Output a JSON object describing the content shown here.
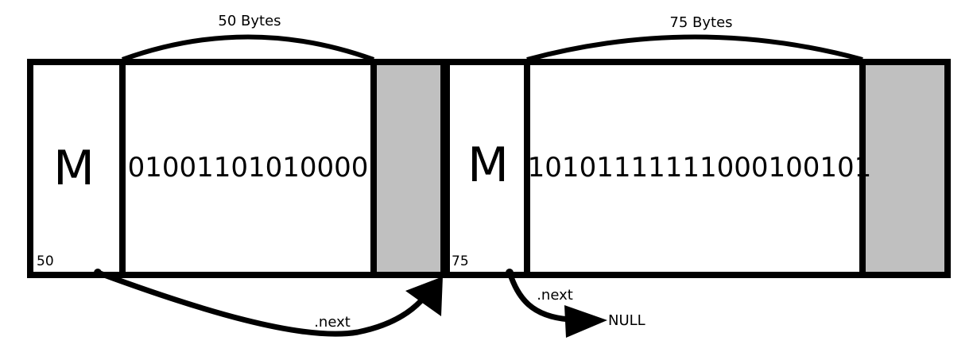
{
  "blocks": [
    {
      "marker": "M",
      "size_label": "50",
      "bits": "01001101010000",
      "bytes_label": "50 Bytes"
    },
    {
      "marker": "M",
      "size_label": "75",
      "bits": "10101111111000100101",
      "bytes_label": "75 Bytes"
    }
  ],
  "links": {
    "first_next_label": ".next",
    "second_next_label": ".next",
    "null_label": "NULL"
  },
  "colors": {
    "padding": "#c0c0c0",
    "outline": "#000000"
  }
}
